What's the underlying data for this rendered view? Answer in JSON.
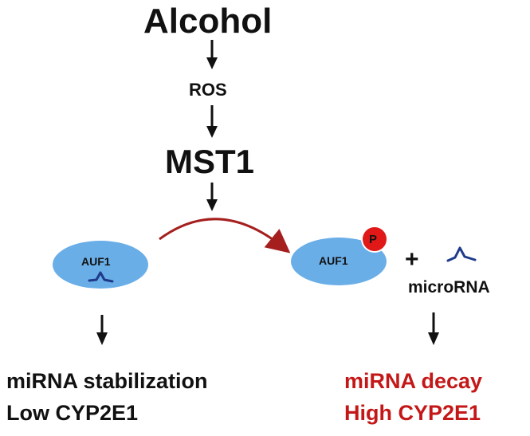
{
  "nodes": {
    "alcohol": "Alcohol",
    "ros": "ROS",
    "mst1": "MST1",
    "auf1_left": "AUF1",
    "auf1_right": "AUF1",
    "phospho": "P",
    "plus": "+",
    "microrna": "microRNA"
  },
  "outcomes": {
    "left": {
      "line1": "miRNA  stabilization",
      "line2": "Low CYP2E1",
      "color": "#111111"
    },
    "right": {
      "line1": "miRNA decay",
      "line2": "High CYP2E1",
      "color": "#c41818"
    }
  },
  "colors": {
    "auf1_fill": "#6aaee8",
    "phospho_fill": "#e01818",
    "rna_strand": "#1e3a8a",
    "transition_arrow": "#a51f1f",
    "arrow": "#111111"
  }
}
